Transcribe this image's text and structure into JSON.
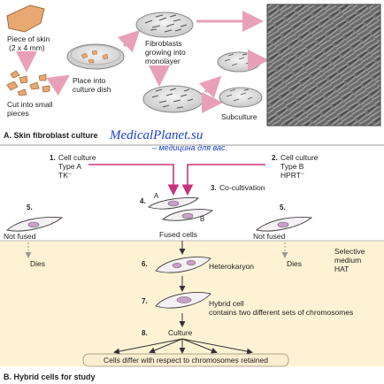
{
  "panel_a": {
    "label": "A. Skin fibroblast culture",
    "piece_of_skin": [
      "Piece of skin",
      "(2 x 4 mm)"
    ],
    "cut_into_pieces": [
      "Cut into small",
      "pieces"
    ],
    "place_into_dish": [
      "Place into",
      "culture dish"
    ],
    "fibroblasts_growing": [
      "Fibroblasts",
      "growing into",
      "monolayer"
    ],
    "subculture": "Subculture"
  },
  "watermark": {
    "site": "MedicalPlanet.su",
    "tagline": "– медицина для вас."
  },
  "panel_b": {
    "label": "B. Hybrid cells for study",
    "step1": {
      "num": "1.",
      "lines": [
        "Cell culture",
        "Type A",
        "TK⁻"
      ]
    },
    "step2": {
      "num": "2.",
      "lines": [
        "Cell culture",
        "Type B",
        "HPRT⁻"
      ]
    },
    "step3": {
      "num": "3.",
      "text": "Co-cultivation"
    },
    "step4": {
      "num": "4.",
      "cell_a": "A",
      "cell_b": "B"
    },
    "step5_left": {
      "num": "5.",
      "text": "Not fused"
    },
    "step5_right": {
      "num": "5.",
      "text": "Not fused"
    },
    "fused_cells": "Fused cells",
    "dies_left": "Dies",
    "dies_right": "Dies",
    "selective_medium": [
      "Selective",
      "medium",
      "HAT"
    ],
    "step6": {
      "num": "6.",
      "text": "Heterokaryon"
    },
    "step7": {
      "num": "7.",
      "lines": [
        "Hybrid cell",
        "contains two different sets of chromosomes"
      ]
    },
    "step8": {
      "num": "8.",
      "text": "Culture"
    },
    "result": "Cells differ with respect to chromosomes retained"
  },
  "colors": {
    "arrow_pink": "#e8a0b8",
    "arrow_magenta": "#c8327a",
    "selective_band": "#fdf3d4",
    "skin_tan": "#e7a871",
    "cell_nucleus": "#c9a0c9",
    "result_box": "#fbeed0",
    "watermark_blue": "#1a3fd0"
  }
}
